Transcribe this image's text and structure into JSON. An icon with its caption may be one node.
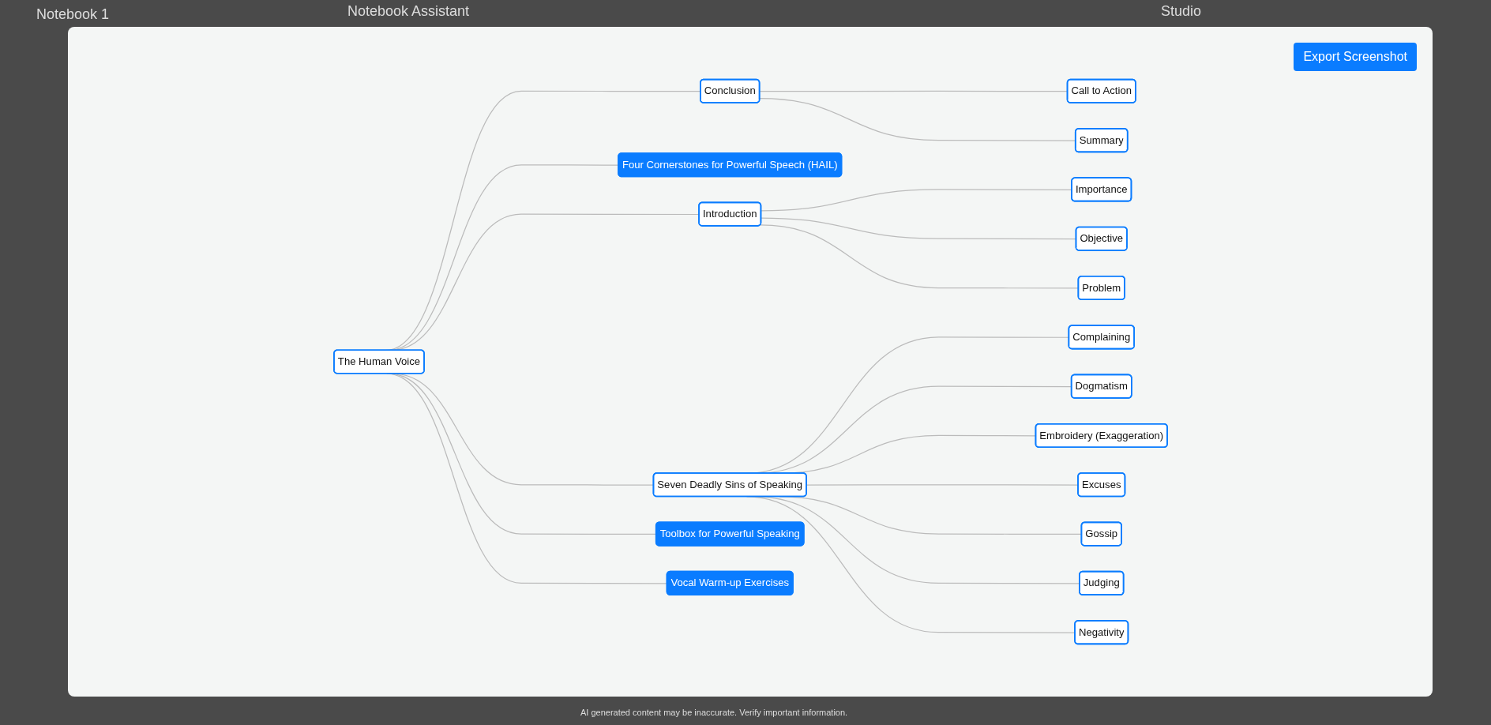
{
  "diagram": {
    "nodes": [
      {
        "text": [
          "The Human Voice"
        ]
      },
      {
        "text": [
          "Conclusion"
        ]
      },
      {
        "text": [
          "Four Cornerstones for Powerful Speech (HAIL)"
        ]
      },
      {
        "text": [
          "Introduction"
        ]
      },
      {
        "text": [
          "Seven Deadly Sins of Speaking"
        ]
      },
      {
        "text": [
          "Toolbox for Powerful Speaking"
        ]
      },
      {
        "text": [
          "Vocal Warm-up Exercises"
        ]
      },
      {
        "text": [
          "Call to Action"
        ]
      },
      {
        "text": [
          "Summary"
        ]
      },
      {
        "text": [
          "Importance"
        ]
      },
      {
        "text": [
          "Objective"
        ]
      },
      {
        "text": [
          "Problem"
        ]
      },
      {
        "text": [
          "Complaining"
        ]
      },
      {
        "text": [
          "Dogmatism"
        ]
      },
      {
        "text": [
          "Embroidery (Exaggeration)"
        ]
      },
      {
        "text": [
          "Excuses"
        ]
      },
      {
        "text": [
          "Gossip"
        ]
      },
      {
        "text": [
          "Judging"
        ]
      },
      {
        "text": [
          "Negativity"
        ]
      }
    ],
    "edges": [
      {
        "from": 0,
        "to": 1,
        "arrow": "none"
      },
      {
        "from": 0,
        "to": 2,
        "arrow": "none"
      },
      {
        "from": 0,
        "to": 3,
        "arrow": "none"
      },
      {
        "from": 0,
        "to": 4,
        "arrow": "none"
      },
      {
        "from": 0,
        "to": 5,
        "arrow": "none"
      },
      {
        "from": 0,
        "to": 6,
        "arrow": "none"
      },
      {
        "from": 1,
        "to": 7,
        "arrow": "none"
      },
      {
        "from": 1,
        "to": 8,
        "arrow": "none"
      },
      {
        "from": 3,
        "to": 9,
        "arrow": "none"
      },
      {
        "from": 3,
        "to": 10,
        "arrow": "none"
      },
      {
        "from": 3,
        "to": 11,
        "arrow": "none"
      },
      {
        "from": 4,
        "to": 12,
        "arrow": "none"
      },
      {
        "from": 4,
        "to": 13,
        "arrow": "none"
      },
      {
        "from": 4,
        "to": 14,
        "arrow": "none"
      },
      {
        "from": 4,
        "to": 15,
        "arrow": "none"
      },
      {
        "from": 4,
        "to": 16,
        "arrow": "none"
      },
      {
        "from": 4,
        "to": 17,
        "arrow": "none"
      },
      {
        "from": 4,
        "to": 18,
        "arrow": "none"
      }
    ],
    "labels": [
      "Notebook 1",
      "Notebook Assistant",
      "Studio",
      "Export Screenshot",
      "AI generated content may be inaccurate. Verify important information."
    ]
  }
}
